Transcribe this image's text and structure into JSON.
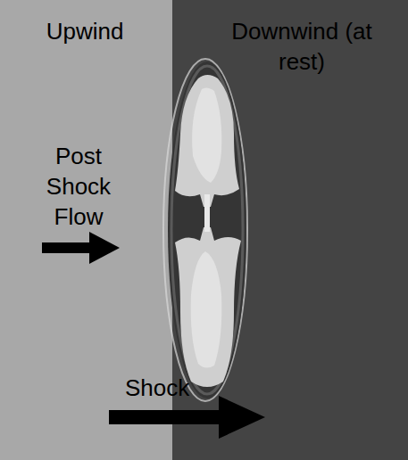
{
  "diagram": {
    "labels": [
      "Upwind",
      "Downwind (at rest)",
      "Post Shock Flow",
      "Shock"
    ]
  }
}
